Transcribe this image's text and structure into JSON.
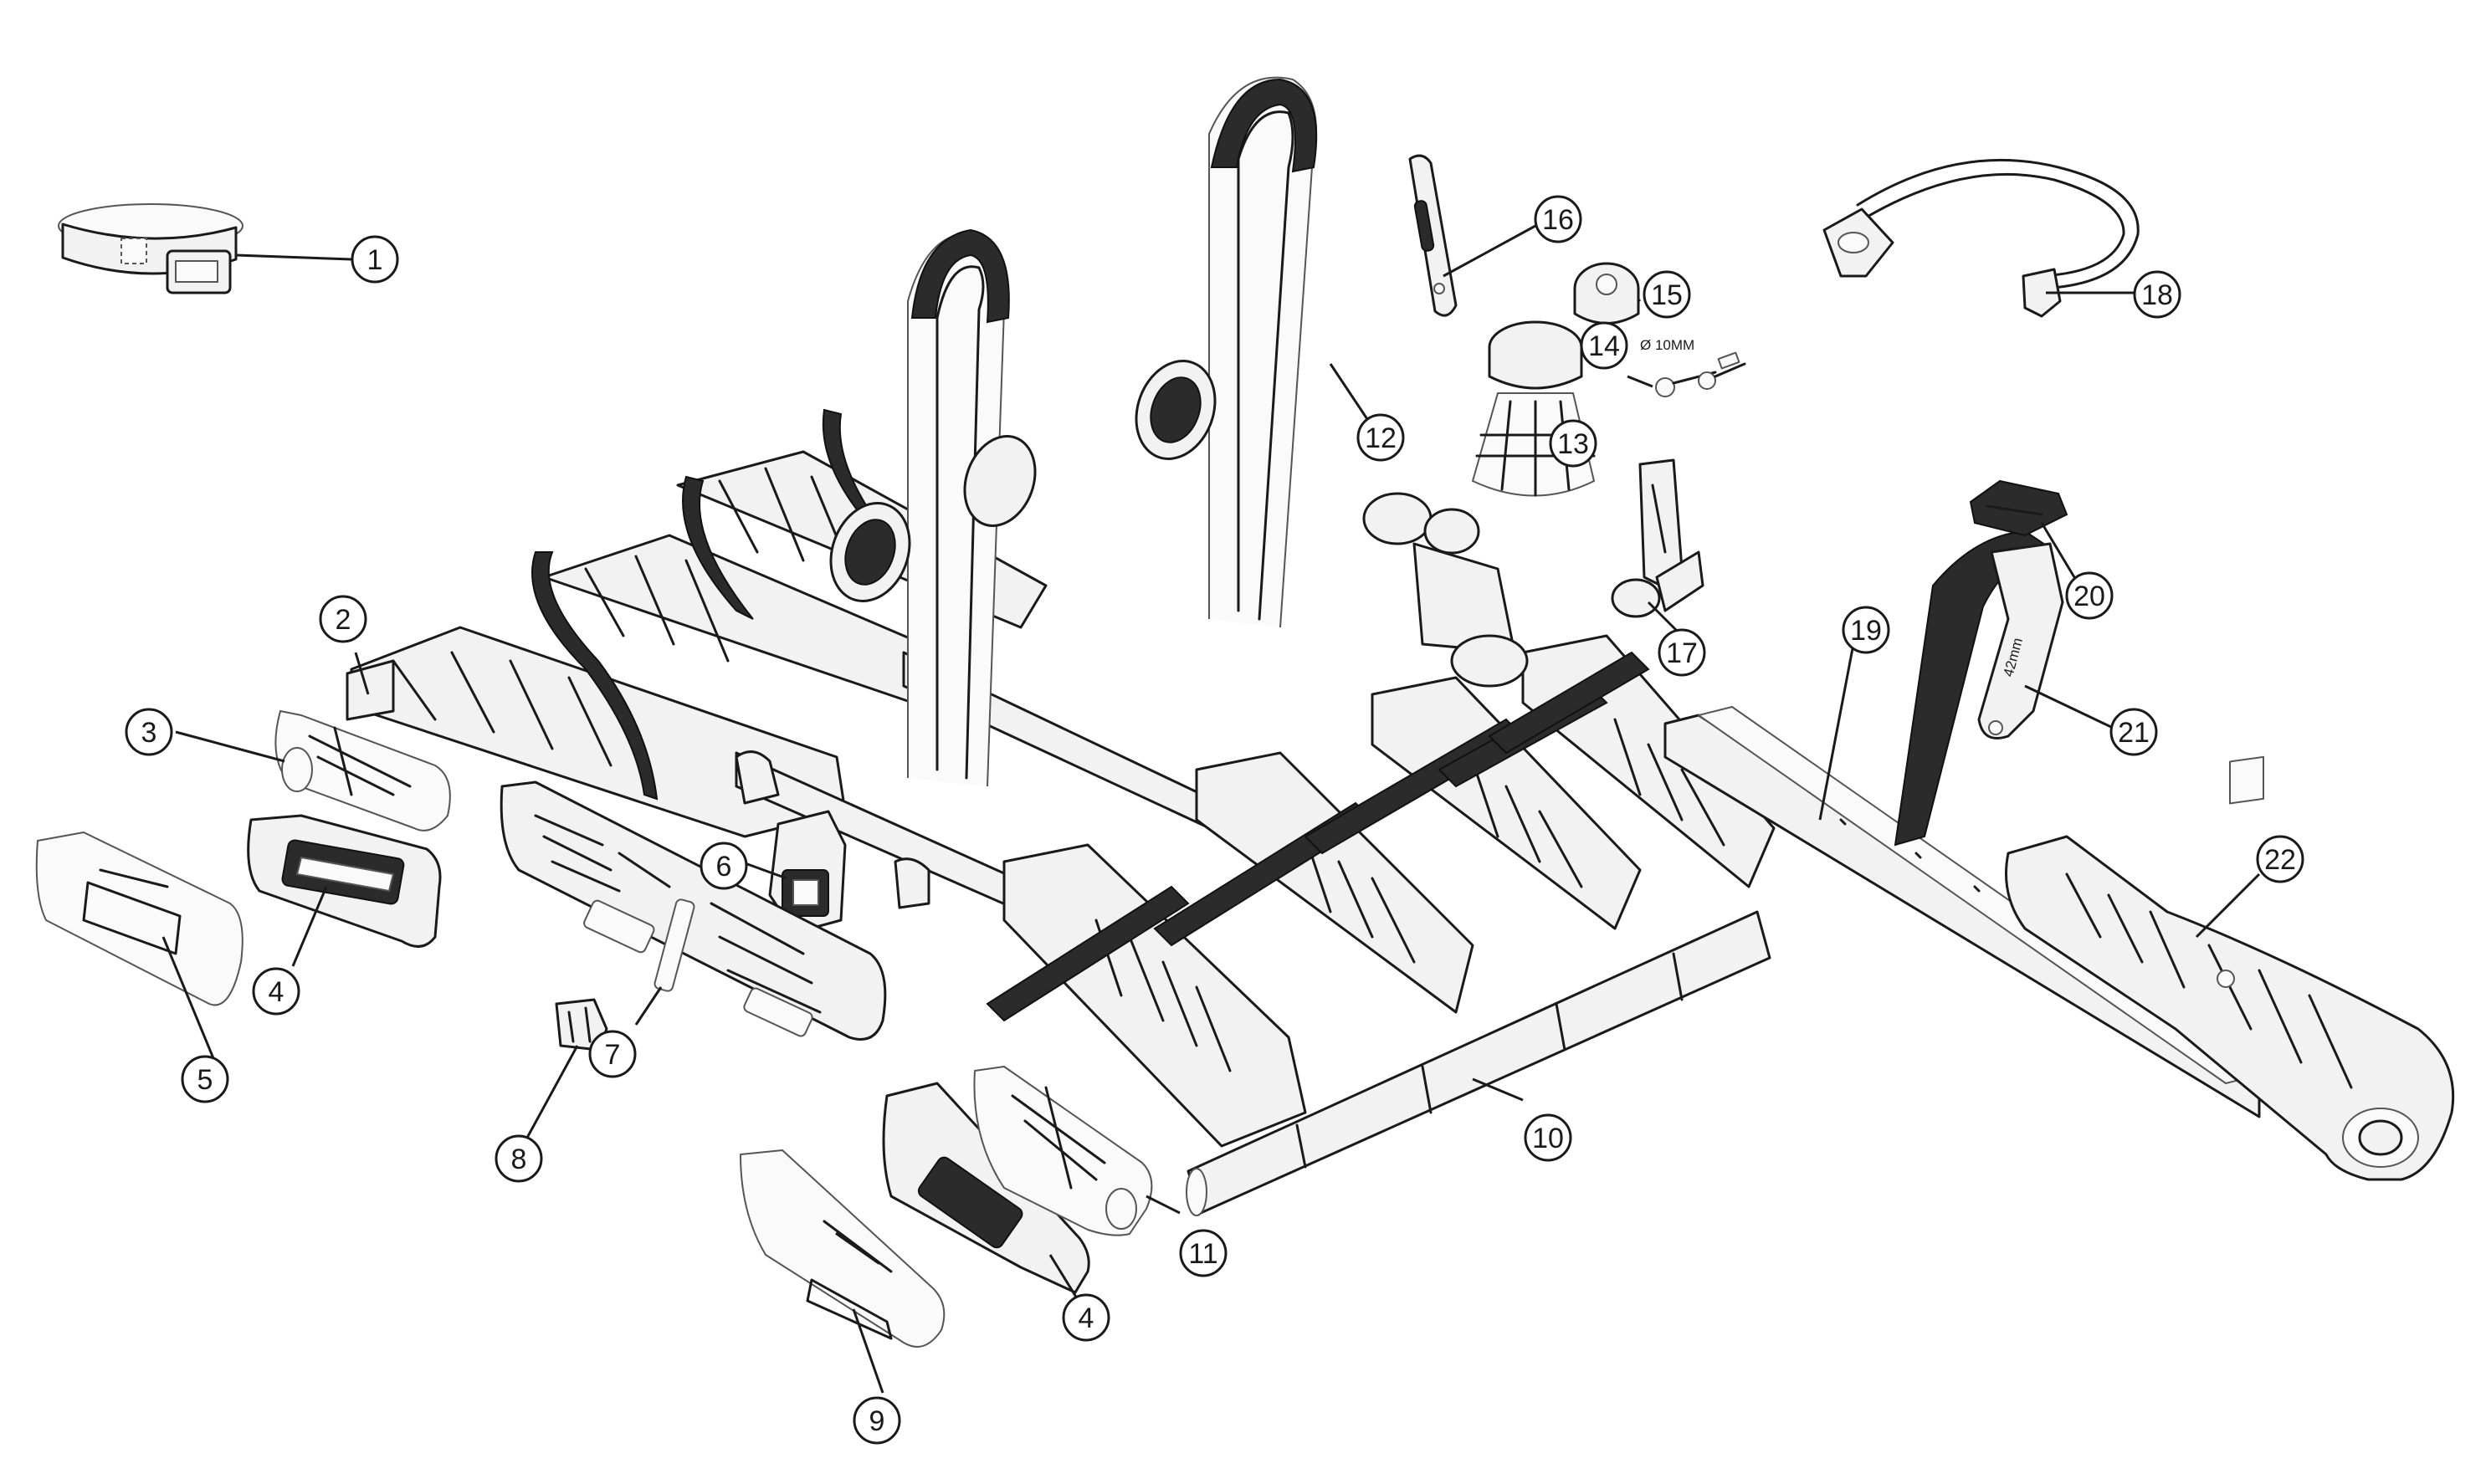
{
  "diagram": {
    "callouts": [
      {
        "label": "1"
      },
      {
        "label": "2"
      },
      {
        "label": "3"
      },
      {
        "label": "4"
      },
      {
        "label": "5"
      },
      {
        "label": "6"
      },
      {
        "label": "7"
      },
      {
        "label": "8"
      },
      {
        "label": "9"
      },
      {
        "label": "10"
      },
      {
        "label": "4"
      },
      {
        "label": "11"
      },
      {
        "label": "12"
      },
      {
        "label": "13"
      },
      {
        "label": "14"
      },
      {
        "label": "15"
      },
      {
        "label": "16"
      },
      {
        "label": "17"
      },
      {
        "label": "18"
      },
      {
        "label": "19"
      },
      {
        "label": "20"
      },
      {
        "label": "21"
      },
      {
        "label": "22"
      }
    ],
    "annotations": {
      "key_size": "Ø 10MM",
      "strap_marking": "42mm"
    },
    "colors": {
      "line": "#1a1a1a",
      "fill": "#f2f2f2",
      "dark": "#2b2b2b",
      "background": "#ffffff"
    }
  }
}
